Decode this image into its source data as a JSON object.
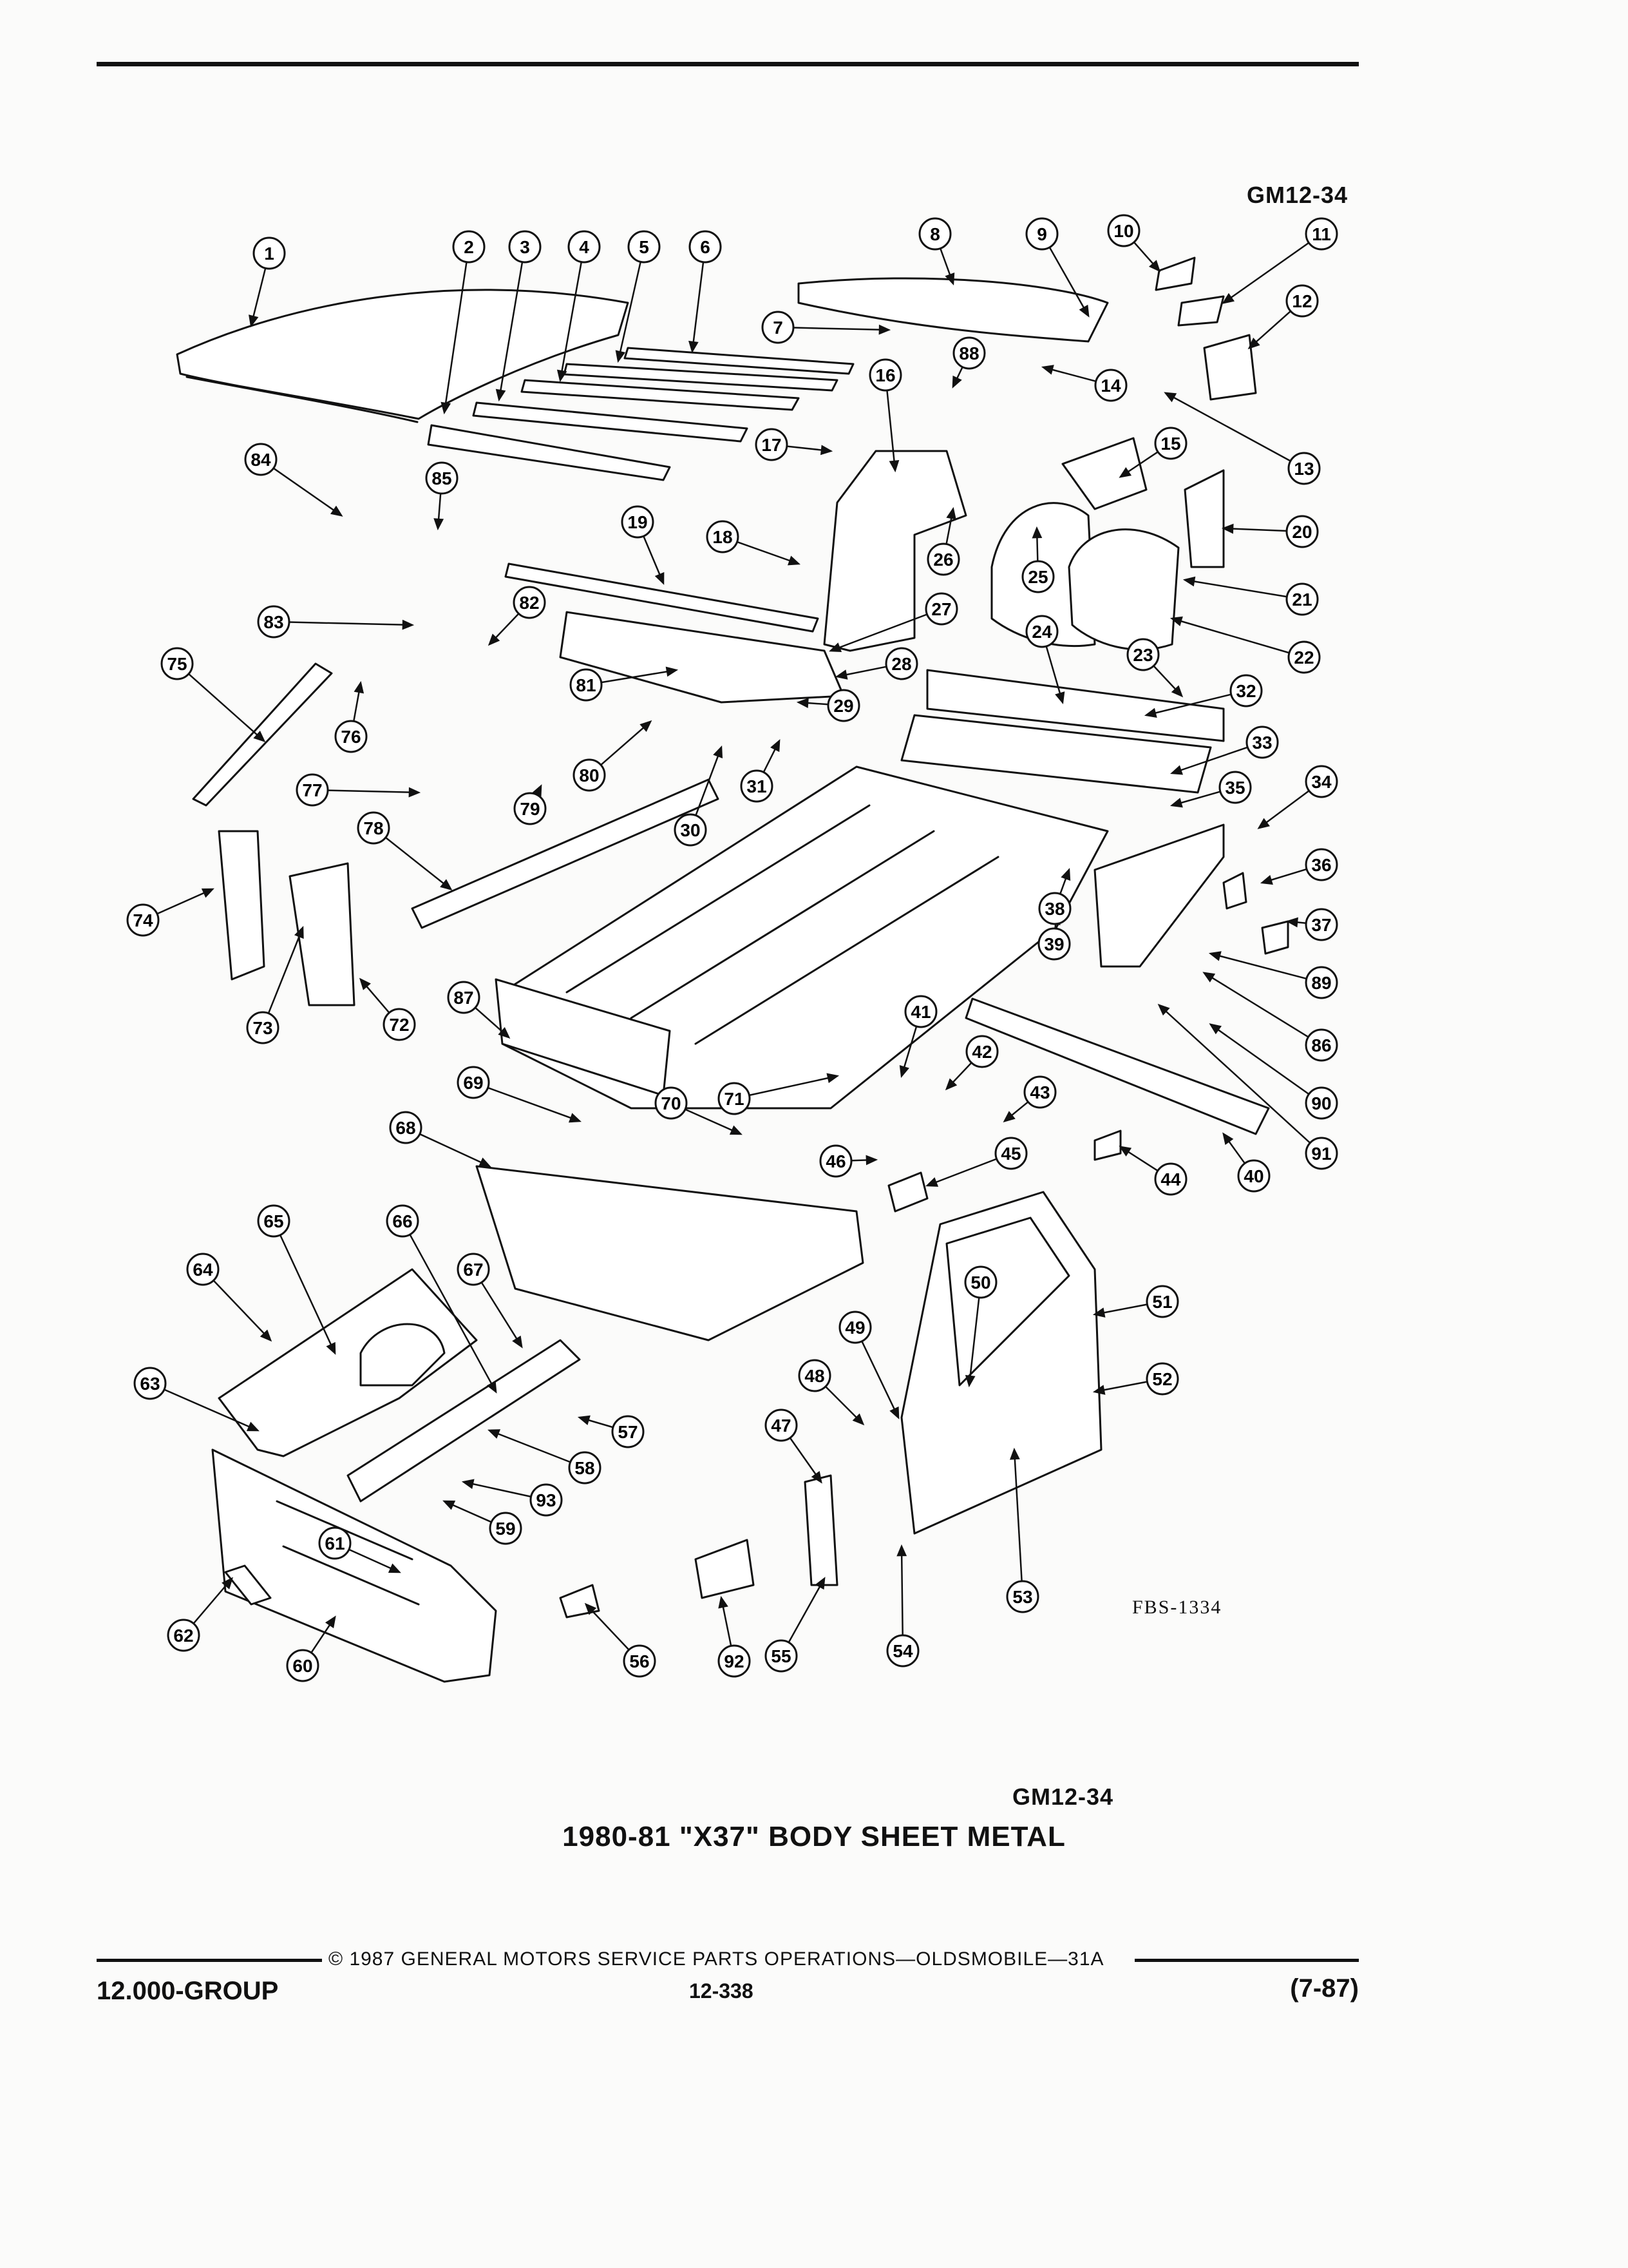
{
  "figure_id_top": "GM12-34",
  "figure_id_bottom": "GM12-34",
  "illustration_code": "FBS-1334",
  "caption": "1980-81 \"X37\" BODY SHEET METAL",
  "footer": {
    "copyright": "© 1987 GENERAL MOTORS SERVICE PARTS OPERATIONS—OLDSMOBILE—31A",
    "group": "12.000-GROUP",
    "page": "12-338",
    "date": "(7-87)"
  },
  "callouts": [
    {
      "n": "1"
    },
    {
      "n": "2"
    },
    {
      "n": "3"
    },
    {
      "n": "4"
    },
    {
      "n": "5"
    },
    {
      "n": "6"
    },
    {
      "n": "7"
    },
    {
      "n": "8"
    },
    {
      "n": "9"
    },
    {
      "n": "10"
    },
    {
      "n": "11"
    },
    {
      "n": "12"
    },
    {
      "n": "13"
    },
    {
      "n": "14"
    },
    {
      "n": "15"
    },
    {
      "n": "16"
    },
    {
      "n": "17"
    },
    {
      "n": "18"
    },
    {
      "n": "19"
    },
    {
      "n": "20"
    },
    {
      "n": "21"
    },
    {
      "n": "22"
    },
    {
      "n": "23"
    },
    {
      "n": "24"
    },
    {
      "n": "25"
    },
    {
      "n": "26"
    },
    {
      "n": "27"
    },
    {
      "n": "28"
    },
    {
      "n": "29"
    },
    {
      "n": "30"
    },
    {
      "n": "31"
    },
    {
      "n": "32"
    },
    {
      "n": "33"
    },
    {
      "n": "34"
    },
    {
      "n": "35"
    },
    {
      "n": "36"
    },
    {
      "n": "37"
    },
    {
      "n": "38"
    },
    {
      "n": "39"
    },
    {
      "n": "40"
    },
    {
      "n": "41"
    },
    {
      "n": "42"
    },
    {
      "n": "43"
    },
    {
      "n": "44"
    },
    {
      "n": "45"
    },
    {
      "n": "46"
    },
    {
      "n": "47"
    },
    {
      "n": "48"
    },
    {
      "n": "49"
    },
    {
      "n": "50"
    },
    {
      "n": "51"
    },
    {
      "n": "52"
    },
    {
      "n": "53"
    },
    {
      "n": "54"
    },
    {
      "n": "55"
    },
    {
      "n": "56"
    },
    {
      "n": "57"
    },
    {
      "n": "58"
    },
    {
      "n": "59"
    },
    {
      "n": "60"
    },
    {
      "n": "61"
    },
    {
      "n": "62"
    },
    {
      "n": "63"
    },
    {
      "n": "64"
    },
    {
      "n": "65"
    },
    {
      "n": "66"
    },
    {
      "n": "67"
    },
    {
      "n": "68"
    },
    {
      "n": "69"
    },
    {
      "n": "70"
    },
    {
      "n": "71"
    },
    {
      "n": "72"
    },
    {
      "n": "73"
    },
    {
      "n": "74"
    },
    {
      "n": "75"
    },
    {
      "n": "76"
    },
    {
      "n": "77"
    },
    {
      "n": "78"
    },
    {
      "n": "79"
    },
    {
      "n": "80"
    },
    {
      "n": "81"
    },
    {
      "n": "82"
    },
    {
      "n": "83"
    },
    {
      "n": "84"
    },
    {
      "n": "85"
    },
    {
      "n": "86"
    },
    {
      "n": "87"
    },
    {
      "n": "88"
    },
    {
      "n": "89"
    },
    {
      "n": "90"
    },
    {
      "n": "91"
    },
    {
      "n": "92"
    },
    {
      "n": "93"
    }
  ]
}
